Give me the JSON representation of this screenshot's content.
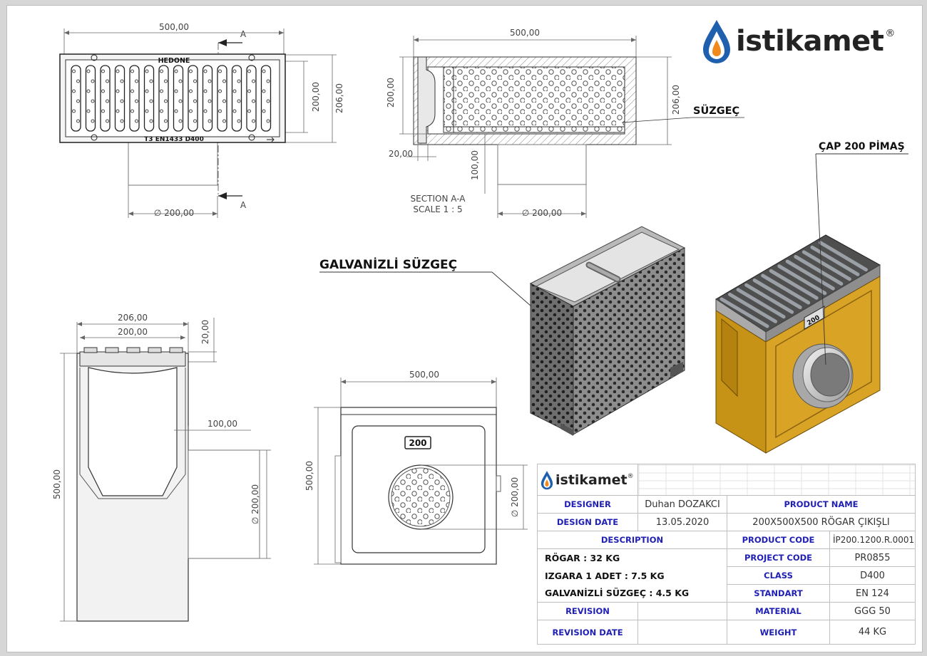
{
  "brand": {
    "name": "istikamet",
    "registered": "®",
    "colors": {
      "drop_blue": "#1e5fae",
      "drop_orange": "#f08a1c",
      "text": "#232323",
      "label_blue": "#1f1fb4"
    }
  },
  "top_view": {
    "width_dim": "500,00",
    "height_inner_dim": "200,00",
    "height_outer_dim": "206,00",
    "pipe_dim": "∅ 200,00",
    "section_marker": "A",
    "grate_brand": "HEDONE",
    "grate_marking": "T3 EN1433 D400"
  },
  "section_view": {
    "width_dim": "500,00",
    "height_dim": "200,00",
    "height_outer_dim": "206,00",
    "wall_dim": "20,00",
    "pipe_offset_dim": "100,00",
    "pipe_dim": "∅ 200,00",
    "title_line1": "SECTION A-A",
    "title_line2": "SCALE 1 : 5"
  },
  "side_view": {
    "outer_width_dim": "206,00",
    "inner_width_dim": "200,00",
    "frame_dim": "20,00",
    "pipe_offset_dim": "100,00",
    "height_dim": "500,00",
    "pipe_dim": "∅ 200,00"
  },
  "front_view": {
    "width_dim": "500,00",
    "height_dim": "500,00",
    "pipe_dim": "∅ 200,00",
    "badge": "200"
  },
  "iso_view": {
    "badge": "200"
  },
  "callouts": {
    "filter": "SÜZGEÇ",
    "pipe": "ÇAP 200 PİMAŞ",
    "galvanized_filter": "GALVANİZLİ SÜZGEÇ"
  },
  "title_block": {
    "designer_label": "DESIGNER",
    "designer_value": "Duhan DOZAKCI",
    "product_name_label": "PRODUCT NAME",
    "design_date_label": "DESIGN DATE",
    "design_date_value": "13.05.2020",
    "product_name_value": "200X500X500 RÖGAR ÇIKIŞLI",
    "description_label": "DESCRIPTION",
    "product_code_label": "PRODUCT CODE",
    "product_code_value": "İP200.1200.R.0001",
    "desc_line1": "RÖGAR : 32 KG",
    "project_code_label": "PROJECT CODE",
    "project_code_value": "PR0855",
    "desc_line2": "IZGARA 1 ADET : 7.5 KG",
    "class_label": "CLASS",
    "class_value": "D400",
    "desc_line3": "GALVANİZLİ SÜZGEÇ : 4.5 KG",
    "standart_label": "STANDART",
    "standart_value": "EN 124",
    "revision_label": "REVISION",
    "material_label": "MATERIAL",
    "material_value": "GGG 50",
    "revision_date_label": "REVISION DATE",
    "weight_label": "WEIGHT",
    "weight_value": "44 KG"
  }
}
